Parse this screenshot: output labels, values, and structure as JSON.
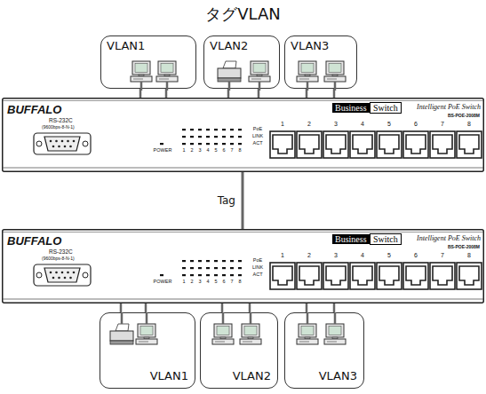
{
  "diagram": {
    "title": "タグVLAN",
    "nodes": [
      {
        "text": [
          "VLAN1"
        ]
      },
      {
        "text": [
          "VLAN2"
        ]
      },
      {
        "text": [
          "VLAN3"
        ]
      },
      {
        "text": [
          "BUFFALO",
          "RS-232C",
          "(9600bps-8-N-1)",
          "Business",
          "Switch",
          "Intelligent PoE Switch",
          "BS-POE-2008M"
        ]
      },
      {
        "text": [
          "BUFFALO",
          "RS-232C",
          "(9600bps-8-N-1)",
          "Business",
          "Switch",
          "Intelligent PoE Switch",
          "BS-POE-2008M"
        ]
      },
      {
        "text": [
          "VLAN1"
        ]
      },
      {
        "text": [
          "VLAN2"
        ]
      },
      {
        "text": [
          "VLAN3"
        ]
      }
    ],
    "edges": [
      {
        "from": 0,
        "to": 3,
        "arrow": "none"
      },
      {
        "from": 1,
        "to": 3,
        "arrow": "none"
      },
      {
        "from": 2,
        "to": 3,
        "arrow": "none"
      },
      {
        "from": 3,
        "to": 4,
        "label": "Tag",
        "arrow": "none"
      },
      {
        "from": 4,
        "to": 5,
        "arrow": "none"
      },
      {
        "from": 4,
        "to": 6,
        "arrow": "none"
      },
      {
        "from": 4,
        "to": 7,
        "arrow": "none"
      }
    ],
    "labels": [
      "1",
      "2",
      "3",
      "4",
      "5",
      "6",
      "7",
      "8",
      "POWER",
      "1",
      "2",
      "3",
      "4",
      "5",
      "6",
      "7",
      "8",
      "PoE",
      "LINK",
      "ACT",
      "1",
      "2",
      "3",
      "4",
      "5",
      "6",
      "7",
      "8",
      "POWER",
      "1",
      "2",
      "3",
      "4",
      "5",
      "6",
      "7",
      "8",
      "PoE",
      "LINK",
      "ACT"
    ]
  }
}
